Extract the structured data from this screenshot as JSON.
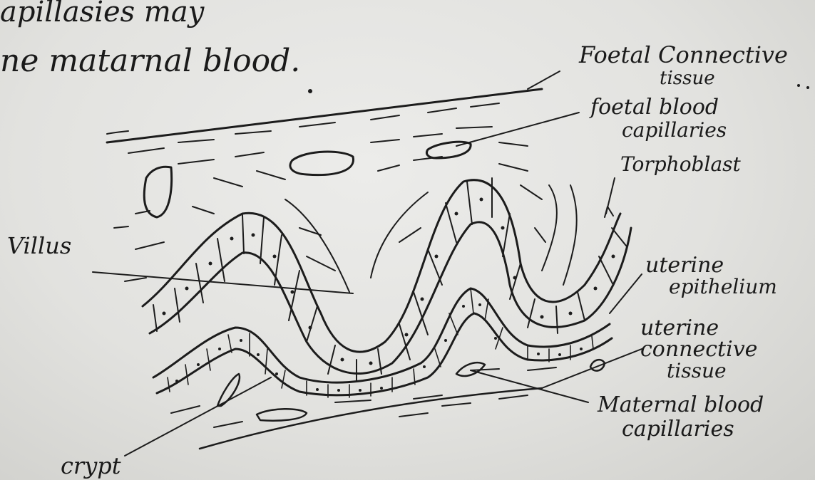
{
  "header_text": {
    "line1": "apillasies may",
    "line2": "ne matarnal blood."
  },
  "labels": {
    "foetal_connective_tissue": [
      "Foetal Connective",
      "tissue"
    ],
    "foetal_blood_capillaries": [
      "foetal blood",
      "capillaries"
    ],
    "trophoblast": "Torphoblast",
    "villus": "Villus",
    "uterine_epithelium": [
      "uterine",
      "epithelium"
    ],
    "uterine_connective_tissue": [
      "uterine",
      "connective",
      "tissue"
    ],
    "maternal_blood_capillaries": [
      "Maternal blood",
      "capillaries"
    ],
    "crypt": "crypt"
  },
  "colors": {
    "ink": "#1c1c1c",
    "paper": "#e6e6e3"
  }
}
